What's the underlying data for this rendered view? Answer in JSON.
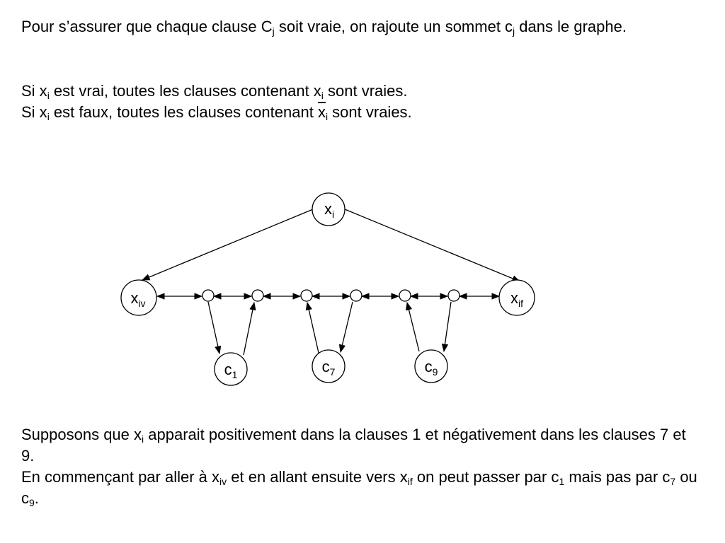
{
  "intro": {
    "t1": "Pour s’assurer que chaque clause C",
    "s1": "j",
    "t2": " soit vraie, on rajoute un sommet c",
    "s2": "j",
    "t3": " dans le graphe."
  },
  "rules": {
    "line1": {
      "t1": "Si x",
      "s1": "i",
      "t2": " est vrai, toutes les clauses contenant x",
      "s2": "i",
      "t3": " sont vraies."
    },
    "line2": {
      "t1": "Si x",
      "s1": "i",
      "t2": " est faux, toutes les clauses contenant ",
      "xbar": "x",
      "s2": "i",
      "t3": " sont vraies."
    }
  },
  "graph": {
    "top": {
      "base": "x",
      "sub": "i"
    },
    "left": {
      "base": "x",
      "sub": "iv"
    },
    "right": {
      "base": "x",
      "sub": "if"
    },
    "clauses": [
      {
        "base": "c",
        "sub": "1"
      },
      {
        "base": "c",
        "sub": "7"
      },
      {
        "base": "c",
        "sub": "9"
      }
    ]
  },
  "outro": {
    "l1": {
      "t1": "Supposons que x",
      "s1": "i",
      "t2": " apparait positivement dans la clauses 1 et négativement dans les clauses 7 et 9."
    },
    "l2": {
      "t1": "En commençant par aller à x",
      "s1": "iv",
      "t2": " et en allant ensuite vers x",
      "s2": "if",
      "t3": " on peut passer par c",
      "s3": "1",
      "t4": " mais pas par c",
      "s4": "7",
      "t5": " ou c",
      "s5": "9",
      "t6": "."
    }
  }
}
